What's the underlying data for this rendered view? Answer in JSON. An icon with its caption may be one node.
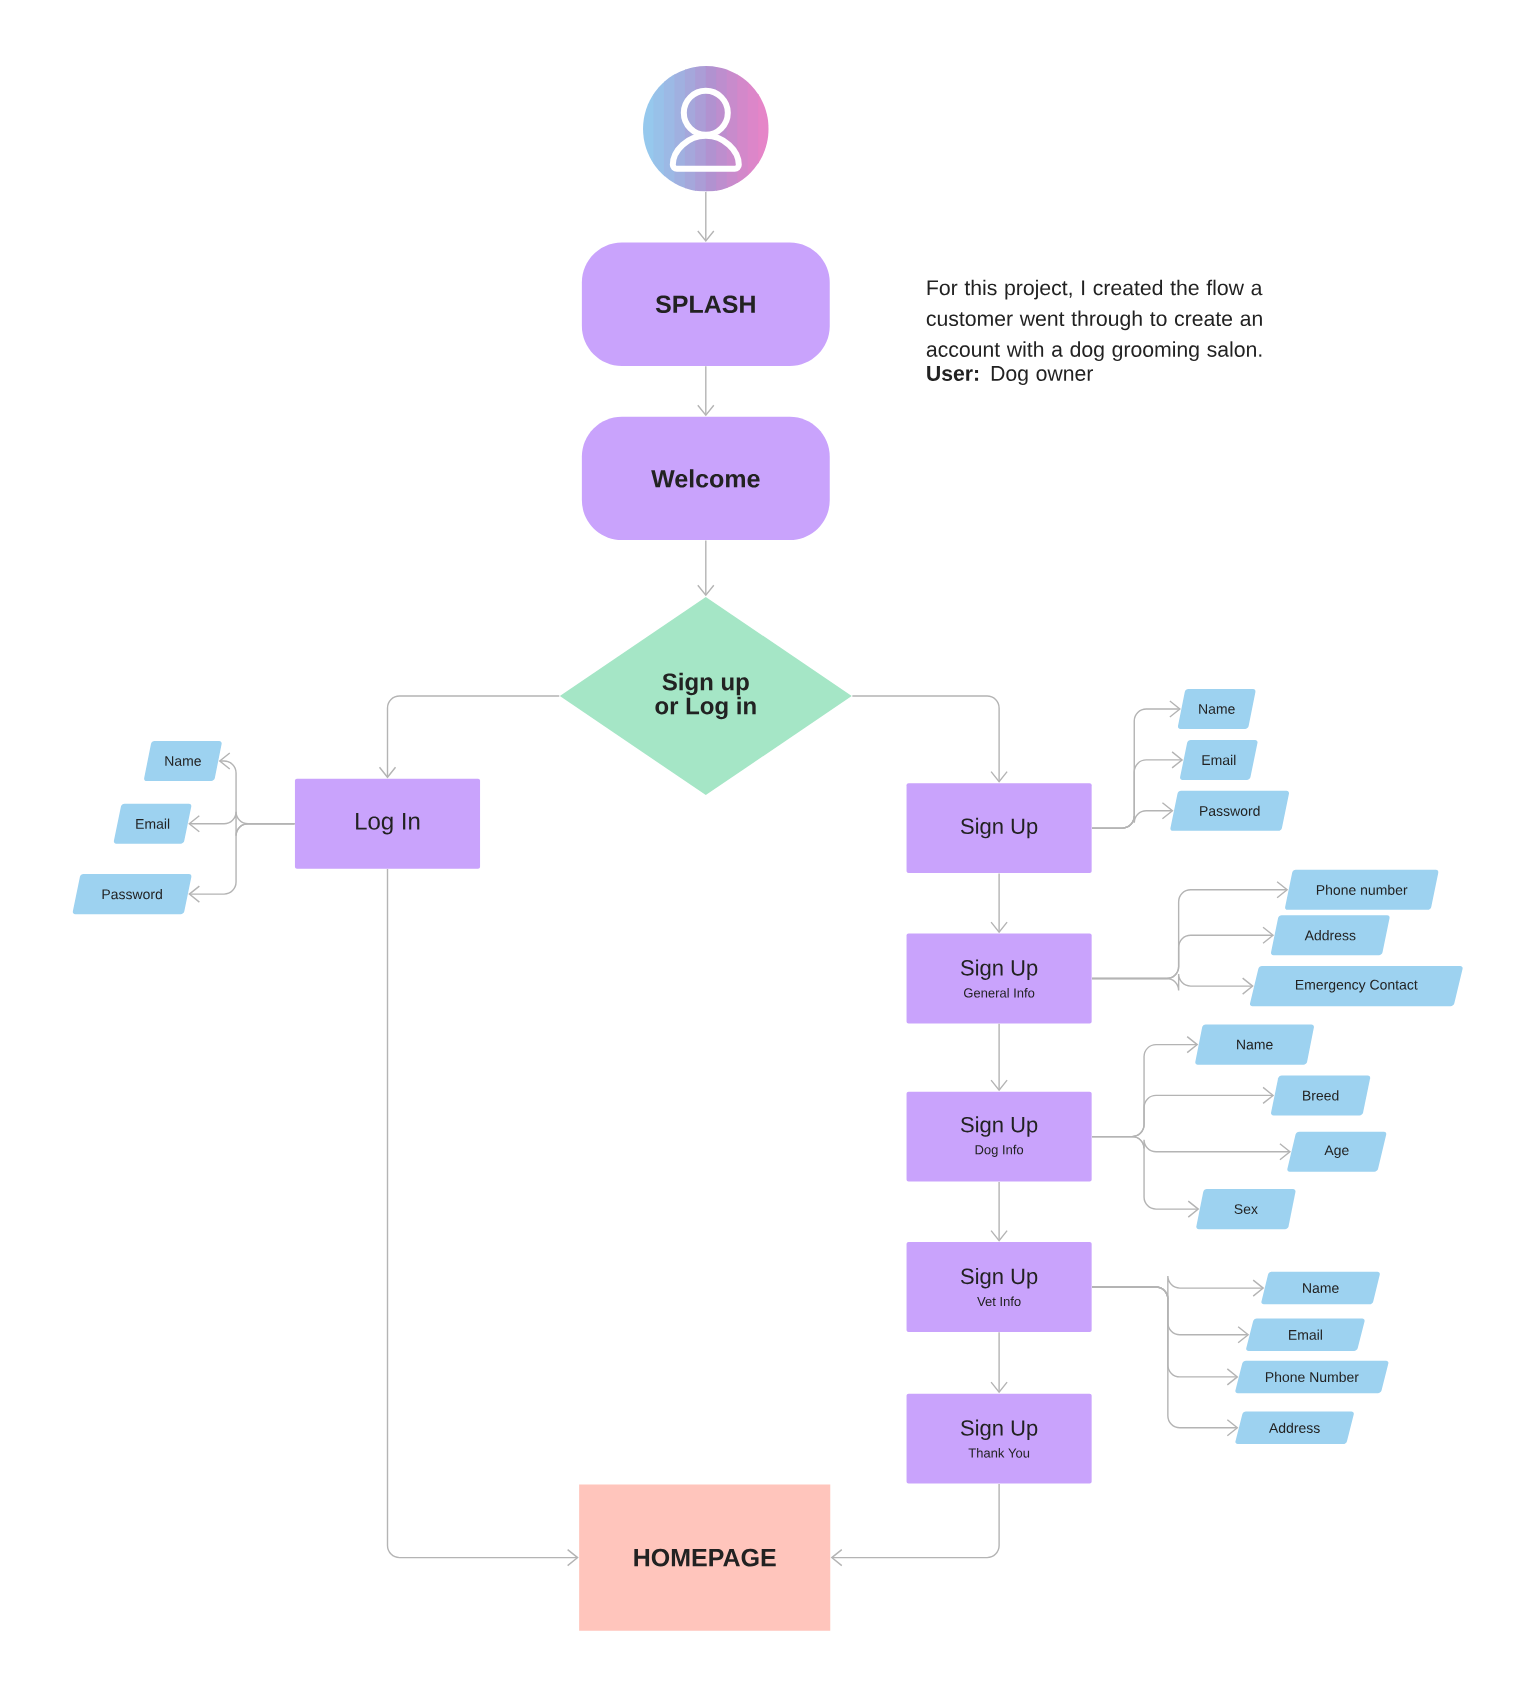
{
  "diagram": {
    "nodes": [
      {
        "text": [],
        "shape": "person"
      },
      {
        "text": [
          "SPLASH"
        ]
      },
      {
        "text": [
          "Welcome"
        ]
      },
      {
        "text": [
          "Sign up or Log in"
        ]
      },
      {
        "text": [
          "Log In"
        ]
      },
      {
        "text": [
          "Name"
        ]
      },
      {
        "text": [
          "Email"
        ]
      },
      {
        "text": [
          "Password"
        ]
      },
      {
        "text": [
          "Sign Up"
        ]
      },
      {
        "text": [
          "Name"
        ]
      },
      {
        "text": [
          "Email"
        ]
      },
      {
        "text": [
          "Password"
        ]
      },
      {
        "text": [
          "Sign Up",
          "General Info"
        ]
      },
      {
        "text": [
          "Phone number"
        ]
      },
      {
        "text": [
          "Address"
        ]
      },
      {
        "text": [
          "Emergency Contact"
        ]
      },
      {
        "text": [
          "Sign Up",
          "Dog Info"
        ]
      },
      {
        "text": [
          "Name"
        ]
      },
      {
        "text": [
          "Breed"
        ]
      },
      {
        "text": [
          "Age"
        ]
      },
      {
        "text": [
          "Sex"
        ]
      },
      {
        "text": [
          "Sign Up",
          "Vet Info"
        ]
      },
      {
        "text": [
          "Name"
        ]
      },
      {
        "text": [
          "Email"
        ]
      },
      {
        "text": [
          "Phone Number"
        ]
      },
      {
        "text": [
          "Address"
        ]
      },
      {
        "text": [
          "Sign Up",
          "Thank You"
        ]
      },
      {
        "text": [
          "HOMEPAGE"
        ]
      }
    ],
    "edges": [
      {
        "from": 0,
        "to": 1,
        "arrow": "to"
      },
      {
        "from": 1,
        "to": 2,
        "arrow": "to"
      },
      {
        "from": 2,
        "to": 3,
        "arrow": "to"
      },
      {
        "from": 3,
        "to": 4,
        "arrow": "to"
      },
      {
        "from": 3,
        "to": 8,
        "arrow": "to"
      },
      {
        "from": 8,
        "to": 12,
        "arrow": "to"
      },
      {
        "from": 12,
        "to": 16,
        "arrow": "to"
      },
      {
        "from": 16,
        "to": 21,
        "arrow": "to"
      },
      {
        "from": 21,
        "to": 26,
        "arrow": "to"
      },
      {
        "from": 4,
        "to": 27,
        "arrow": "to"
      },
      {
        "from": 26,
        "to": 27,
        "arrow": "to"
      },
      {
        "from": 4,
        "to": 5,
        "arrow": "to"
      },
      {
        "from": 4,
        "to": 6,
        "arrow": "to"
      },
      {
        "from": 4,
        "to": 7,
        "arrow": "to"
      },
      {
        "from": 8,
        "to": 9,
        "arrow": "to"
      },
      {
        "from": 8,
        "to": 10,
        "arrow": "to"
      },
      {
        "from": 8,
        "to": 11,
        "arrow": "to"
      },
      {
        "from": 12,
        "to": 13,
        "arrow": "to"
      },
      {
        "from": 12,
        "to": 14,
        "arrow": "to"
      },
      {
        "from": 12,
        "to": 15,
        "arrow": "to"
      },
      {
        "from": 16,
        "to": 17,
        "arrow": "to"
      },
      {
        "from": 16,
        "to": 18,
        "arrow": "to"
      },
      {
        "from": 16,
        "to": 19,
        "arrow": "to"
      },
      {
        "from": 16,
        "to": 20,
        "arrow": "to"
      },
      {
        "from": 21,
        "to": 22,
        "arrow": "to"
      },
      {
        "from": 21,
        "to": 23,
        "arrow": "to"
      },
      {
        "from": 21,
        "to": 24,
        "arrow": "to"
      },
      {
        "from": 21,
        "to": 25,
        "arrow": "to"
      }
    ],
    "labels": [
      "For this project, I created the flow a customer went through to create an account with a dog grooming salon.",
      "**User:** Dog owner"
    ]
  }
}
